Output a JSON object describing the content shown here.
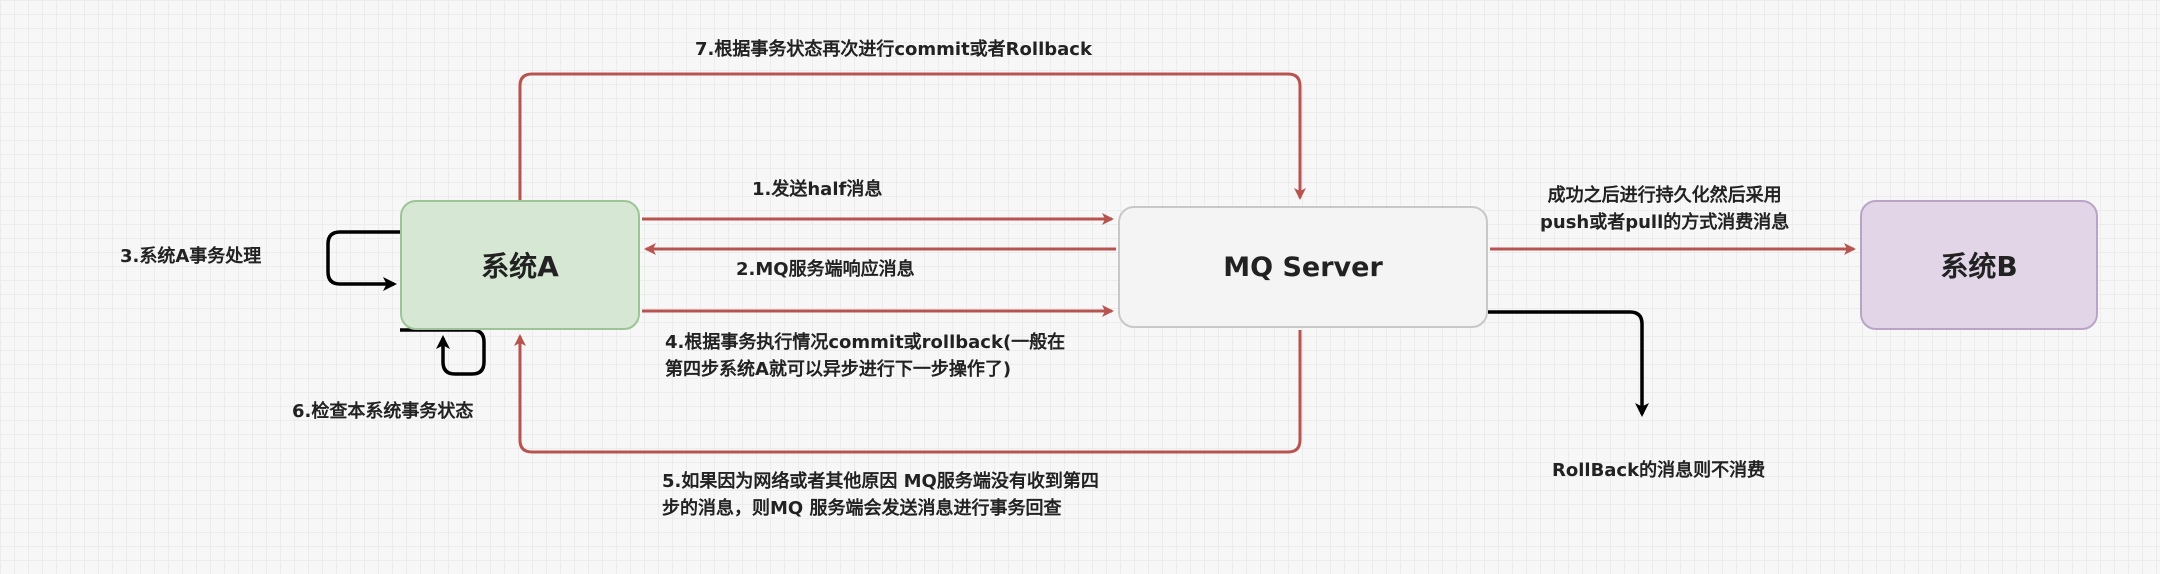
{
  "nodes": {
    "system_a": "系统A",
    "mq_server": "MQ Server",
    "system_b": "系统B"
  },
  "edges": {
    "step1": "1.发送half消息",
    "step2": "2.MQ服务端响应消息",
    "step3": "3.系统A事务处理",
    "step4_line1": "4.根据事务执行情况commit或rollback(一般在",
    "step4_line2": "第四步系统A就可以异步进行下一步操作了)",
    "step5_line1": "5.如果因为网络或者其他原因 MQ服务端没有收到第四",
    "step5_line2": "步的消息，则MQ 服务端会发送消息进行事务回查",
    "step6": "6.检查本系统事务状态",
    "step7": "7.根据事务状态再次进行commit或者Rollback",
    "to_b_line1": "成功之后进行持久化然后采用",
    "to_b_line2": "push或者pull的方式消费消息",
    "rollback": "RollBack的消息则不消费"
  },
  "colors": {
    "red_arrow": "#b85450",
    "black_arrow": "#000000",
    "system_a_fill": "#d6e8d4",
    "mq_fill": "#f4f4f4",
    "system_b_fill": "#e2d5e8"
  }
}
